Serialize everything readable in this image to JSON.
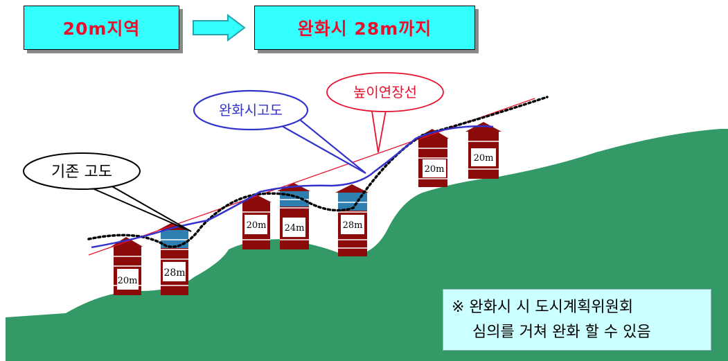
{
  "header": {
    "left_label": "20m지역",
    "right_label": "완화시 28m까지"
  },
  "callouts": {
    "existing_height": "기존 고도",
    "relaxed_height": "완화시고도",
    "height_extension_line": "높이연장선"
  },
  "buildings": [
    {
      "label": "20m",
      "top_color": "maroon"
    },
    {
      "label": "28m",
      "top_color": "blue"
    },
    {
      "label": "20m",
      "top_color": "maroon"
    },
    {
      "label": "24m",
      "top_color": "blue"
    },
    {
      "label": "28m",
      "top_color": "blue"
    },
    {
      "label": "20m",
      "top_color": "maroon"
    },
    {
      "label": "20m",
      "top_color": "maroon"
    }
  ],
  "note": {
    "line1": "※ 완화시 시 도시계획위원회",
    "line2": "심의를 거쳐 완화 할 수 있음"
  },
  "colors": {
    "box_fill": "#33ffff",
    "box_text": "#e8112d",
    "hill": "#339966",
    "building": "#8b0a0a",
    "building_top_blue": "#2e7fb0",
    "relaxed_line": "#3333cc",
    "extension_line": "#e8112d",
    "note_fill": "#ccffff"
  }
}
